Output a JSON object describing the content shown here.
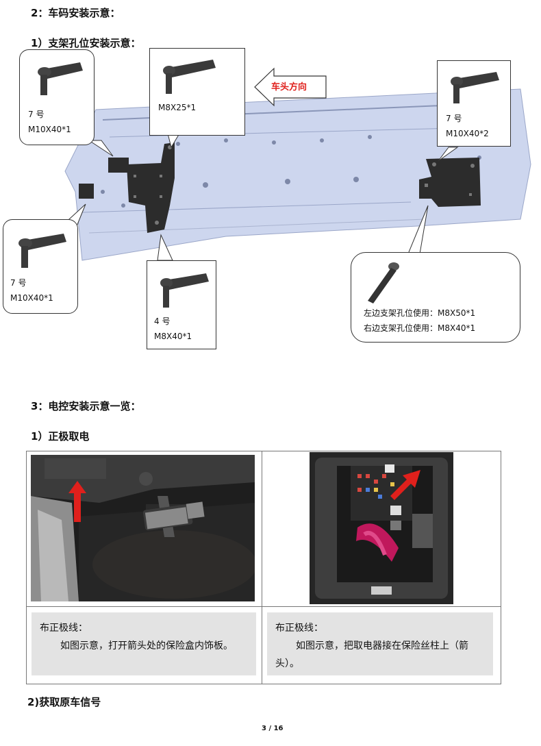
{
  "section2": {
    "title": "2：车码安装示意："
  },
  "subsection1": {
    "title": "1）支架孔位安装示意："
  },
  "direction_label": "车头方向",
  "callouts": {
    "top_left": {
      "line1": "7 号",
      "line2": "M10X40*1"
    },
    "top_center": {
      "line1": "M8X25*1"
    },
    "top_right": {
      "line1": "7 号",
      "line2": "M10X40*2"
    },
    "mid_left": {
      "line1": "7 号",
      "line2": "M10X40*1"
    },
    "bottom_center": {
      "line1": "4 号",
      "line2": "M8X40*1"
    },
    "bottom_right": {
      "line1": "左边支架孔位使用：M8X50*1",
      "line2": "右边支架孔位使用：M8X40*1"
    }
  },
  "section3": {
    "title": "3：电控安装示意一览："
  },
  "power": {
    "title": "1）正极取电",
    "left_note": {
      "label": "布正极线：",
      "text": "如图示意，打开箭头处的保险盒内饰板。"
    },
    "right_note": {
      "label": "布正极线：",
      "text_line1": "如图示意，把取电器接在保险丝柱上（箭",
      "text_line2": "头）。"
    }
  },
  "section_signal": {
    "title": "2)获取原车信号"
  },
  "footer": {
    "page": "3 / 16"
  },
  "colors": {
    "accent_red": "#e0201c",
    "chassis_blue": "#c8d2ec",
    "bracket": "#2a2a2a"
  }
}
